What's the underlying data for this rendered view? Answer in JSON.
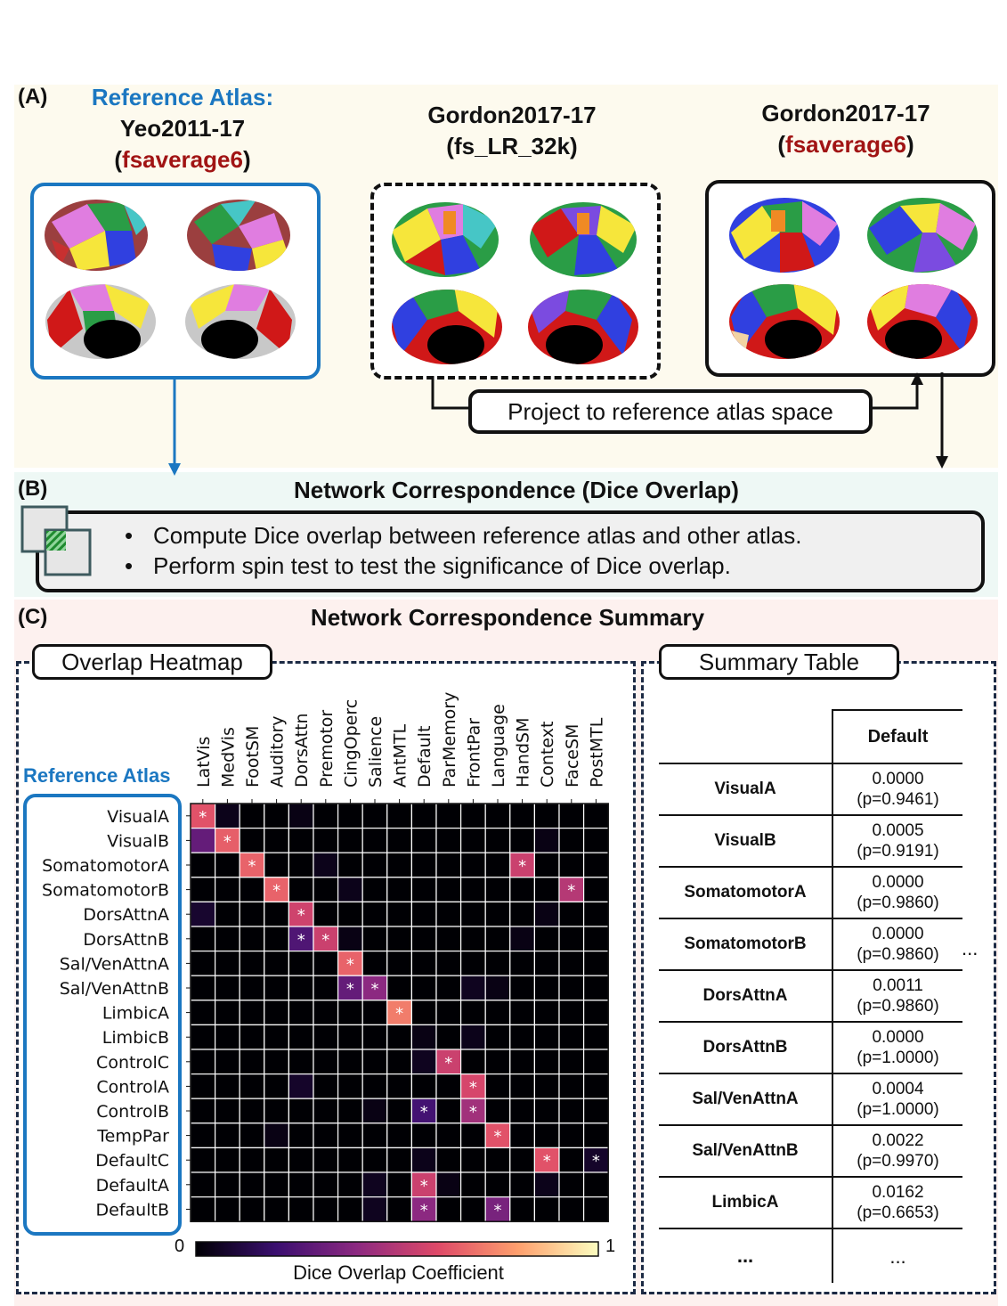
{
  "panel_a": {
    "label": "(A)",
    "ref_title_line1": "Reference Atlas:",
    "ref_title_line2": "Yeo2011-17",
    "ref_title_open": "(",
    "ref_title_space": "fsaverage6",
    "ref_title_close": ")",
    "mid_title_line1": "Gordon2017-17",
    "mid_title_line2": "(fs_LR_32k)",
    "right_title_line1": "Gordon2017-17",
    "right_title_open": "(",
    "right_title_space": "fsaverage6",
    "right_title_close": ")",
    "project_label": "Project to reference atlas space"
  },
  "panel_b": {
    "label": "(B)",
    "title": "Network Correspondence (Dice Overlap)",
    "bullets": [
      "Compute Dice overlap between reference atlas and other atlas.",
      "Perform spin test to test the significance of Dice overlap."
    ],
    "bullet_glyph": "•"
  },
  "panel_c": {
    "label": "(C)",
    "title": "Network Correspondence Summary",
    "heatmap_title": "Overlap Heatmap",
    "table_title": "Summary Table",
    "reference_atlas_label": "Reference Atlas",
    "colorbar_min": "0",
    "colorbar_max": "1",
    "colorbar_label": "Dice Overlap Coefficient",
    "ellipsis": "..."
  },
  "chart_data": {
    "type": "heatmap",
    "x_labels": [
      "LatVis",
      "MedVis",
      "FootSM",
      "Auditory",
      "DorsAttn",
      "Premotor",
      "CingOperc",
      "Salience",
      "AntMTL",
      "Default",
      "ParMemory",
      "FrontPar",
      "Language",
      "HandSM",
      "Context",
      "FaceSM",
      "PostMTL"
    ],
    "y_labels": [
      "VisualA",
      "VisualB",
      "SomatomotorA",
      "SomatomotorB",
      "DorsAttnA",
      "DorsAttnB",
      "Sal/VenAttnA",
      "Sal/VenAttnB",
      "LimbicA",
      "LimbicB",
      "ControlC",
      "ControlA",
      "ControlB",
      "TempPar",
      "DefaultC",
      "DefaultA",
      "DefaultB"
    ],
    "values": [
      [
        0.62,
        0.04,
        0,
        0,
        0.03,
        0,
        0,
        0,
        0,
        0,
        0,
        0,
        0,
        0,
        0,
        0,
        0
      ],
      [
        0.3,
        0.65,
        0,
        0,
        0,
        0,
        0,
        0,
        0,
        0,
        0,
        0,
        0,
        0,
        0.03,
        0,
        0
      ],
      [
        0,
        0,
        0.66,
        0,
        0,
        0.04,
        0,
        0,
        0,
        0,
        0,
        0,
        0,
        0.55,
        0,
        0,
        0
      ],
      [
        0,
        0,
        0,
        0.66,
        0,
        0,
        0.04,
        0,
        0,
        0,
        0,
        0,
        0,
        0,
        0,
        0.5,
        0
      ],
      [
        0.08,
        0,
        0,
        0,
        0.56,
        0,
        0,
        0,
        0,
        0,
        0,
        0,
        0,
        0,
        0.03,
        0,
        0
      ],
      [
        0,
        0,
        0,
        0,
        0.25,
        0.55,
        0.03,
        0,
        0,
        0,
        0,
        0,
        0,
        0.03,
        0,
        0,
        0
      ],
      [
        0,
        0,
        0,
        0,
        0,
        0,
        0.66,
        0,
        0,
        0,
        0,
        0,
        0,
        0,
        0,
        0,
        0
      ],
      [
        0,
        0,
        0,
        0,
        0,
        0,
        0.3,
        0.4,
        0,
        0,
        0,
        0.05,
        0.03,
        0,
        0,
        0,
        0
      ],
      [
        0,
        0,
        0,
        0,
        0,
        0,
        0,
        0,
        0.72,
        0,
        0,
        0,
        0,
        0,
        0,
        0,
        0
      ],
      [
        0,
        0,
        0,
        0,
        0,
        0,
        0,
        0,
        0,
        0.03,
        0,
        0.04,
        0,
        0,
        0,
        0,
        0
      ],
      [
        0,
        0,
        0,
        0,
        0,
        0,
        0,
        0,
        0,
        0.05,
        0.55,
        0,
        0,
        0,
        0,
        0,
        0
      ],
      [
        0,
        0,
        0,
        0,
        0.07,
        0,
        0,
        0,
        0,
        0,
        0,
        0.58,
        0,
        0,
        0,
        0,
        0
      ],
      [
        0,
        0,
        0,
        0,
        0,
        0,
        0,
        0.03,
        0,
        0.22,
        0,
        0.45,
        0,
        0,
        0,
        0,
        0
      ],
      [
        0,
        0,
        0,
        0.03,
        0,
        0,
        0,
        0,
        0,
        0,
        0,
        0,
        0.62,
        0,
        0,
        0,
        0
      ],
      [
        0,
        0,
        0,
        0,
        0,
        0,
        0,
        0,
        0,
        0.04,
        0,
        0,
        0,
        0,
        0.62,
        0,
        0.07
      ],
      [
        0,
        0,
        0,
        0,
        0,
        0,
        0,
        0.05,
        0,
        0.55,
        0.03,
        0,
        0,
        0,
        0.04,
        0,
        0
      ],
      [
        0,
        0,
        0,
        0,
        0,
        0,
        0,
        0.05,
        0,
        0.4,
        0,
        0,
        0.35,
        0,
        0,
        0,
        0
      ]
    ],
    "significant": [
      [
        0,
        0
      ],
      [
        1,
        1
      ],
      [
        2,
        2
      ],
      [
        2,
        13
      ],
      [
        3,
        3
      ],
      [
        3,
        15
      ],
      [
        4,
        4
      ],
      [
        5,
        4
      ],
      [
        5,
        5
      ],
      [
        6,
        6
      ],
      [
        7,
        6
      ],
      [
        7,
        7
      ],
      [
        8,
        8
      ],
      [
        10,
        10
      ],
      [
        11,
        11
      ],
      [
        12,
        9
      ],
      [
        12,
        11
      ],
      [
        13,
        12
      ],
      [
        14,
        14
      ],
      [
        14,
        16
      ],
      [
        15,
        9
      ],
      [
        16,
        9
      ],
      [
        16,
        12
      ]
    ],
    "significance_marker": "*",
    "colormap": [
      "#000004",
      "#3b0f70",
      "#8c2981",
      "#de4968",
      "#fe9f6d",
      "#fcfdbf"
    ],
    "range": [
      0,
      1
    ],
    "colorbar_label": "Dice Overlap Coefficient"
  },
  "summary_table": {
    "column_header": "Default",
    "rows": [
      {
        "label": "VisualA",
        "dice": "0.0000",
        "p": "(p=0.9461)"
      },
      {
        "label": "VisualB",
        "dice": "0.0005",
        "p": "(p=0.9191)"
      },
      {
        "label": "SomatomotorA",
        "dice": "0.0000",
        "p": "(p=0.9860)"
      },
      {
        "label": "SomatomotorB",
        "dice": "0.0000",
        "p": "(p=0.9860)"
      },
      {
        "label": "DorsAttnA",
        "dice": "0.0011",
        "p": "(p=0.9860)"
      },
      {
        "label": "DorsAttnB",
        "dice": "0.0000",
        "p": "(p=1.0000)"
      },
      {
        "label": "Sal/VenAttnA",
        "dice": "0.0004",
        "p": "(p=1.0000)"
      },
      {
        "label": "Sal/VenAttnB",
        "dice": "0.0022",
        "p": "(p=0.9970)"
      },
      {
        "label": "LimbicA",
        "dice": "0.0162",
        "p": "(p=0.6653)"
      },
      {
        "label": "...",
        "dice": "...",
        "p": ""
      }
    ]
  }
}
